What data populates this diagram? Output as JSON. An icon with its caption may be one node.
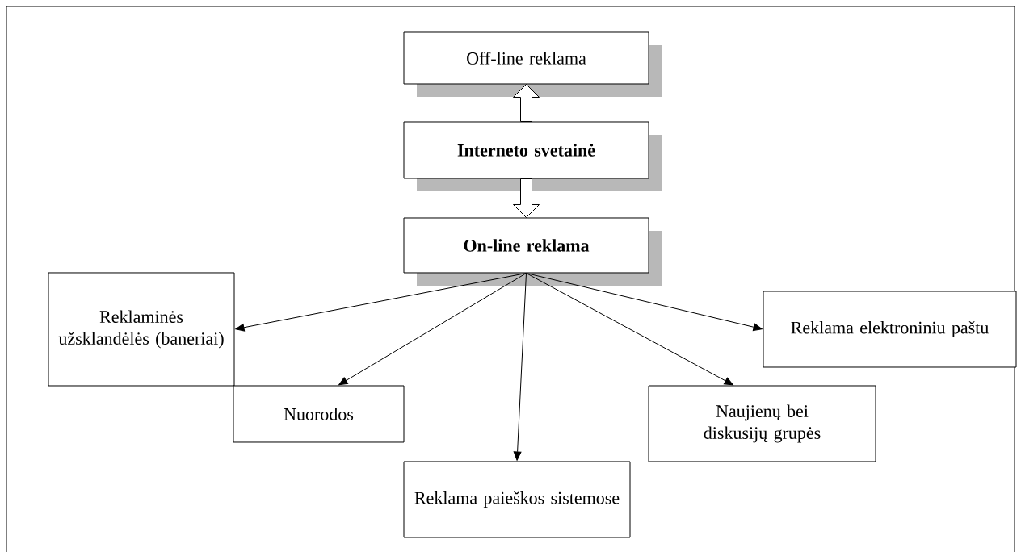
{
  "diagram": {
    "nodes": [
      {
        "text": [
          "Off-line reklama"
        ]
      },
      {
        "text": [
          "Interneto svetainė"
        ]
      },
      {
        "text": [
          "On-line reklama"
        ]
      },
      {
        "text": [
          "Reklaminės užsklandėlės (baneriai)"
        ]
      },
      {
        "text": [
          "Nuorodos"
        ]
      },
      {
        "text": [
          "Reklama paieškos sistemose"
        ]
      },
      {
        "text": [
          "Naujienų bei diskusijų grupės"
        ]
      },
      {
        "text": [
          "Reklama elektroniniu paštu"
        ]
      }
    ],
    "edges": [
      {
        "from": 1,
        "to": 0,
        "arrow": "to",
        "style": "thick"
      },
      {
        "from": 1,
        "to": 2,
        "arrow": "to",
        "style": "thick"
      },
      {
        "from": 2,
        "to": 3,
        "arrow": "to"
      },
      {
        "from": 2,
        "to": 4,
        "arrow": "to"
      },
      {
        "from": 2,
        "to": 5,
        "arrow": "to"
      },
      {
        "from": 2,
        "to": 6,
        "arrow": "to"
      },
      {
        "from": 2,
        "to": 7,
        "arrow": "to"
      }
    ]
  }
}
